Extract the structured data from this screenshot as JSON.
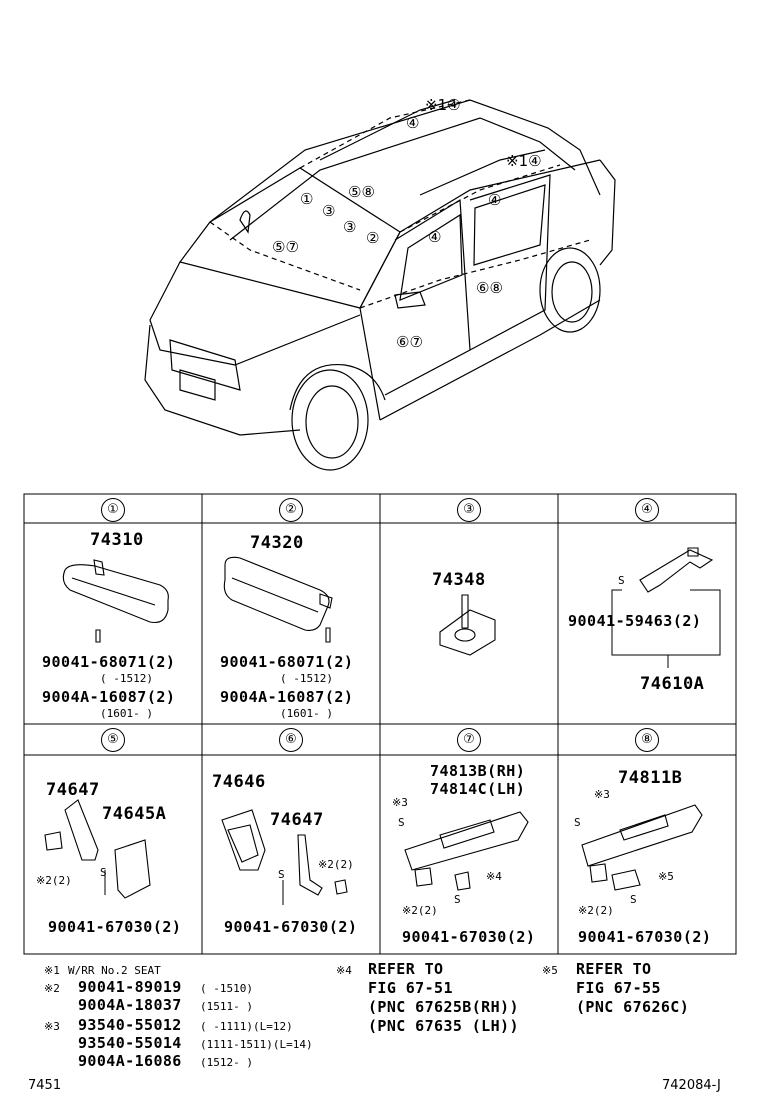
{
  "car_callouts": [
    {
      "text": "※1④"
    },
    {
      "text": "④"
    },
    {
      "text": "※1④"
    },
    {
      "text": "④"
    },
    {
      "text": "①"
    },
    {
      "text": "⑤⑧"
    },
    {
      "text": "③"
    },
    {
      "text": "③"
    },
    {
      "text": "⑤⑦"
    },
    {
      "text": "②"
    },
    {
      "text": "④"
    },
    {
      "text": "⑥⑧"
    },
    {
      "text": "⑥⑦"
    }
  ],
  "headers": [
    "①",
    "②",
    "③",
    "④",
    "⑤",
    "⑥",
    "⑦",
    "⑧"
  ],
  "cells": {
    "c1": {
      "part": "74310",
      "bolt1": "90041-68071(2)",
      "bolt1_range": "(      -1512)",
      "bolt2": "9004A-16087(2)",
      "bolt2_range": "(1601-      )"
    },
    "c2": {
      "part": "74320",
      "bolt1": "90041-68071(2)",
      "bolt1_range": "(      -1512)",
      "bolt2": "9004A-16087(2)",
      "bolt2_range": "(1601-      )"
    },
    "c3": {
      "part": "74348"
    },
    "c4": {
      "s": "S",
      "screw": "90041-59463(2)",
      "assy": "74610A"
    },
    "c5": {
      "part1": "74647",
      "part2": "74645A",
      "note": "※2(2)",
      "s": "S",
      "screw": "90041-67030(2)"
    },
    "c6": {
      "part1": "74646",
      "part2": "74647",
      "note": "※2(2)",
      "s": "S",
      "screw": "90041-67030(2)"
    },
    "c7": {
      "part1": "74813B(RH)",
      "part2": "74814C(LH)",
      "note3": "※3",
      "note4": "※4",
      "note2": "※2(2)",
      "s": "S",
      "screw": "90041-67030(2)"
    },
    "c8": {
      "part": "74811B",
      "note3": "※3",
      "note5": "※5",
      "note2": "※2(2)",
      "s": "S",
      "screw": "90041-67030(2)"
    }
  },
  "notes": {
    "n1_mark": "※1",
    "n1_text": "W/RR No.2 SEAT",
    "n2_mark": "※2",
    "n2_a": "90041-89019",
    "n2_a_range": "(      -1510)",
    "n2_b": "9004A-18037",
    "n2_b_range": "(1511-      )",
    "n3_mark": "※3",
    "n3_a": "93540-55012",
    "n3_a_range": "(      -1111)(L=12)",
    "n3_b": "93540-55014",
    "n3_b_range": "(1111-1511)(L=14)",
    "n3_c": "9004A-16086",
    "n3_c_range": "(1512-      )",
    "n4_mark": "※4",
    "n4_l1": "REFER TO",
    "n4_l2": "FIG 67-51",
    "n4_l3": "(PNC 67625B(RH))",
    "n4_l4": "(PNC 67635 (LH))",
    "n5_mark": "※5",
    "n5_l1": "REFER TO",
    "n5_l2": "FIG 67-55",
    "n5_l3": "(PNC 67626C)"
  },
  "footer": {
    "left": "7451",
    "right": "742084-J"
  }
}
